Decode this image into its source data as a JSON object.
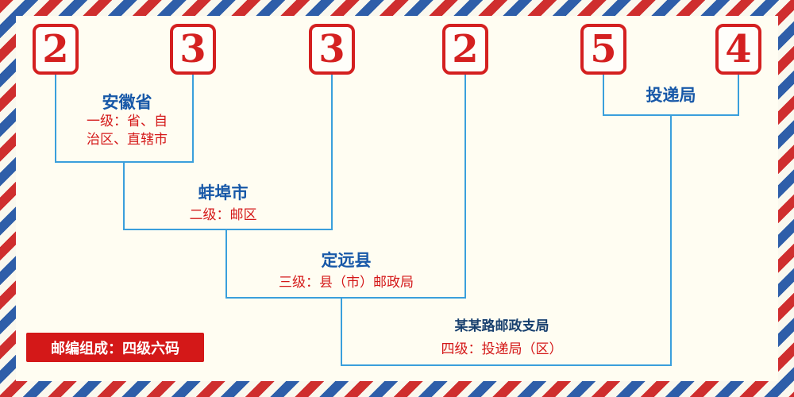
{
  "postal_code": {
    "digits": [
      "2",
      "3",
      "3",
      "2",
      "5",
      "4"
    ]
  },
  "levels": {
    "level1": {
      "name": "安徽省",
      "desc": "一级：省、自\n治区、直辖市"
    },
    "level2": {
      "name": "蚌埠市",
      "desc": "二级：邮区"
    },
    "level3": {
      "name": "定远县",
      "desc": "三级：县（市）邮政局"
    },
    "level4": {
      "name": "投递局",
      "branch": "某某路邮政支局",
      "desc": "四级：投递局（区）"
    }
  },
  "footer": {
    "composition_label": "邮编组成：四级六码"
  },
  "colors": {
    "digit_red": "#d42020",
    "label_blue": "#1758a8",
    "desc_red": "#d41818",
    "line_blue": "#3a9fdc",
    "stripe_red": "#cf2e2e",
    "stripe_blue": "#2e5ea9",
    "panel_background": "#fffdf2",
    "badge_background": "#d41818"
  }
}
